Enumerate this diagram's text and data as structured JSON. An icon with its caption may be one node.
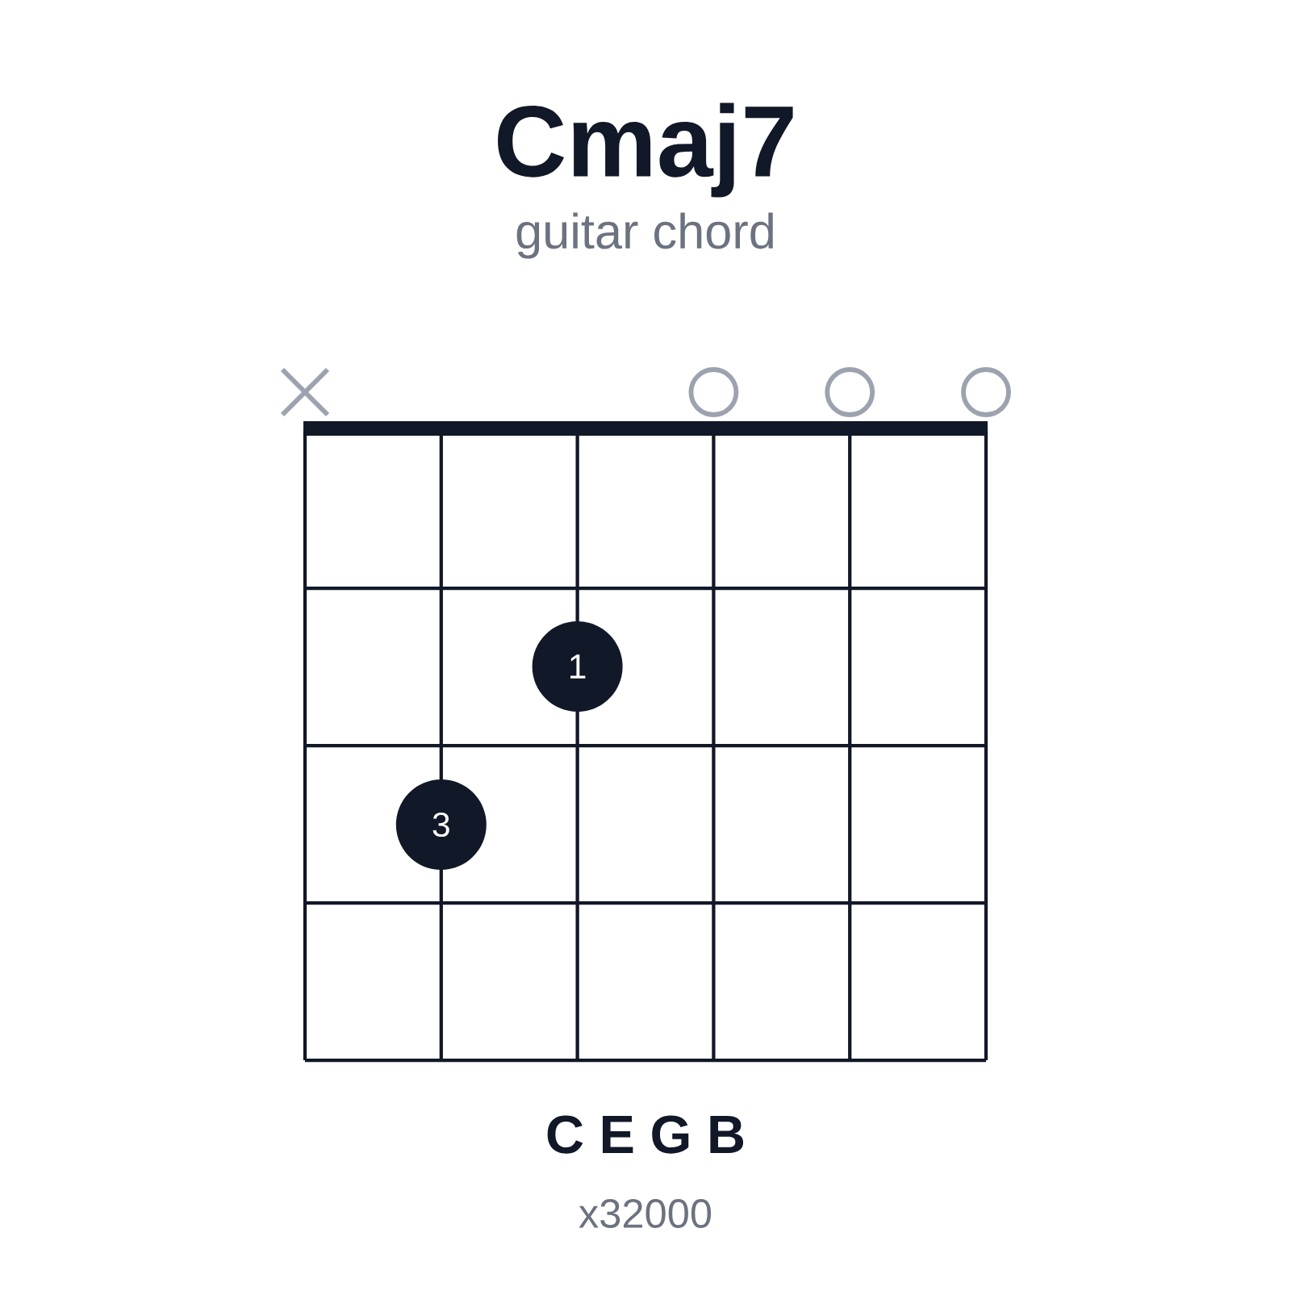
{
  "diagram": {
    "title": "Cmaj7",
    "nodes": [
      {
        "text": [
          "1"
        ]
      },
      {
        "text": [
          "3"
        ]
      }
    ],
    "labels": [
      "guitar chord",
      "C E G B",
      "x32000"
    ]
  }
}
